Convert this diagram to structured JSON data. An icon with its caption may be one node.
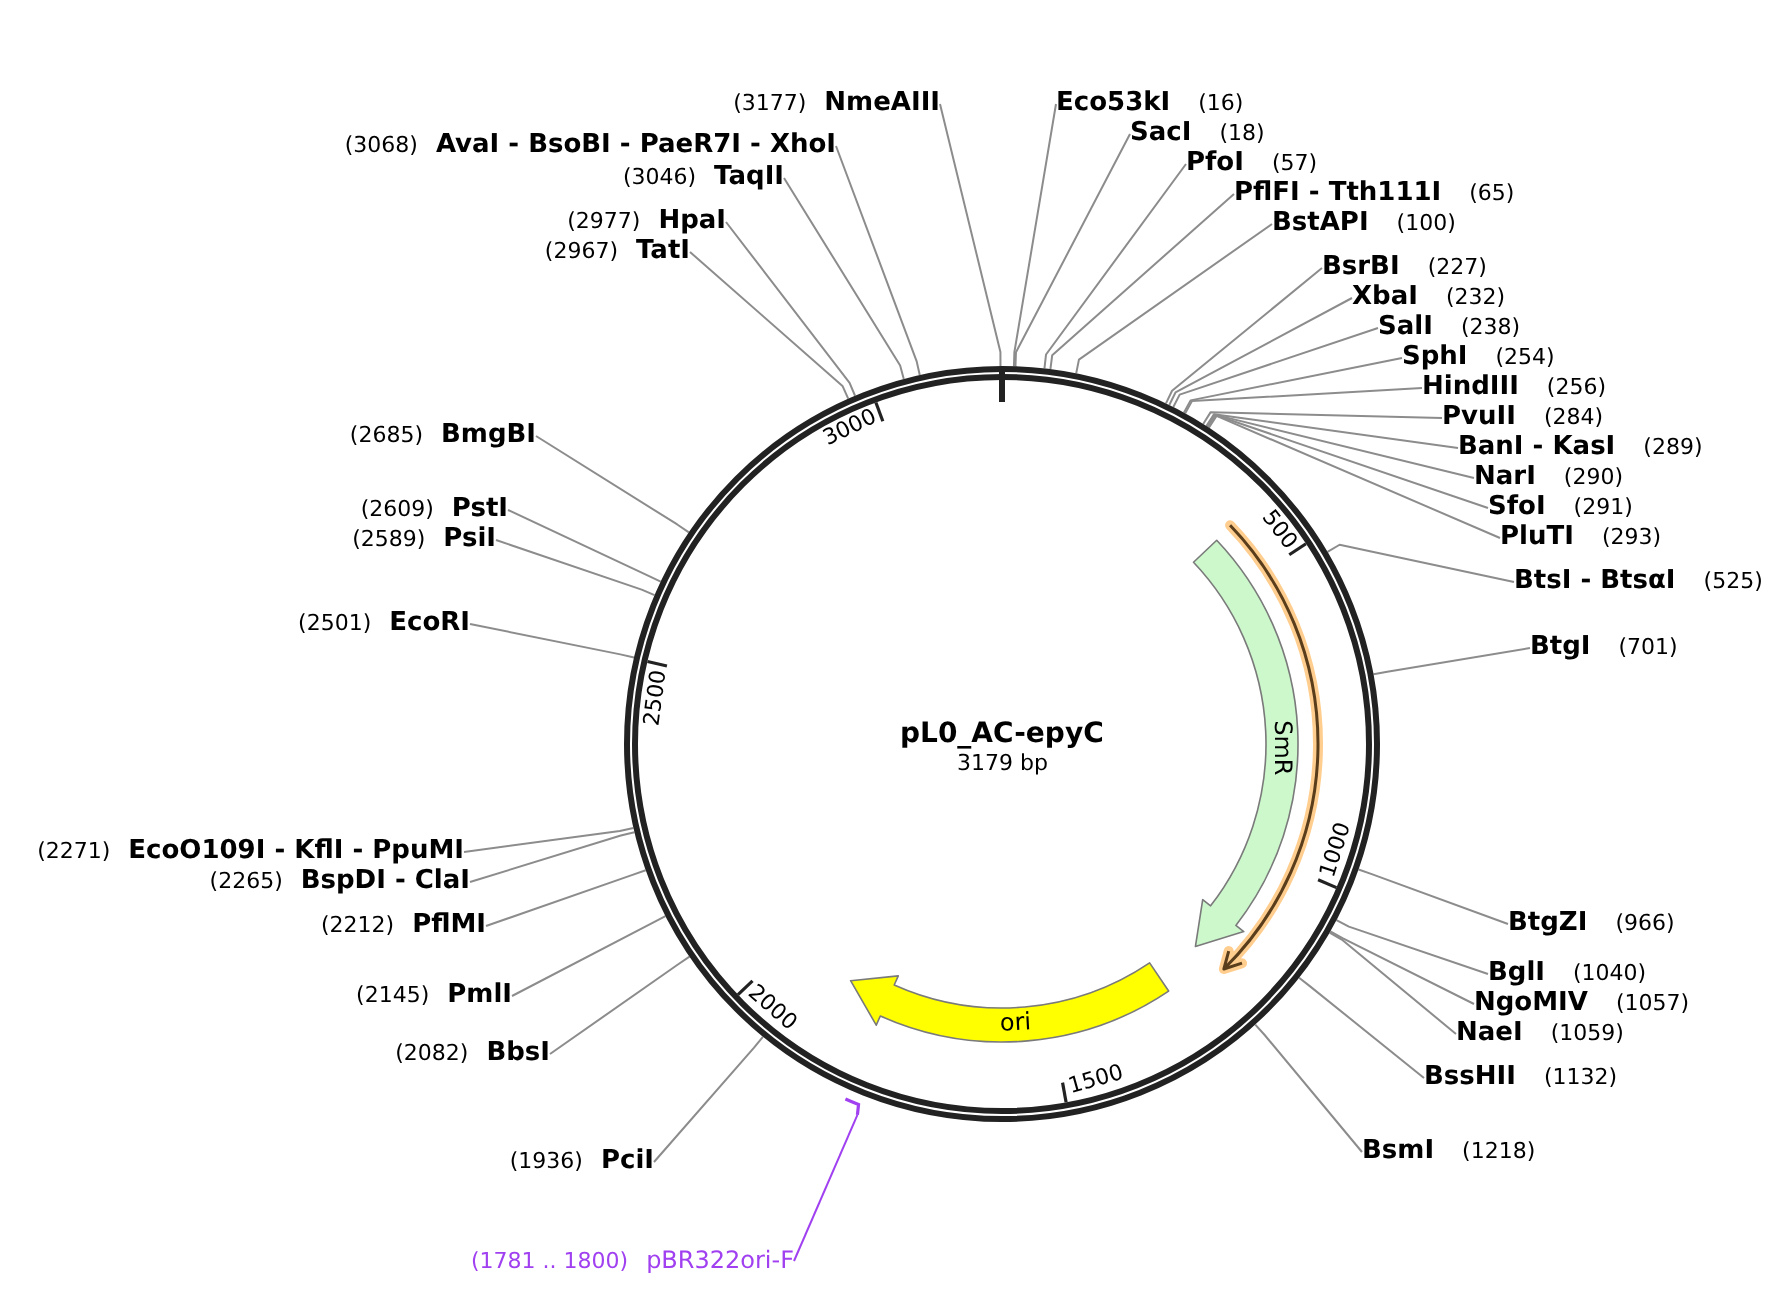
{
  "diagram": {
    "nodes": [
      {
        "text": [
          "pL0_AC-epyC",
          "3179 bp"
        ]
      },
      {
        "text": [
          "SmR"
        ],
        "in": 0
      },
      {
        "text": [],
        "shape": "arrow",
        "in": 0
      },
      {
        "text": [
          "ori"
        ],
        "in": 0
      },
      {
        "text": [
          "Eco53kI",
          "(16)"
        ]
      },
      {
        "text": [
          "SacI",
          "(18)"
        ]
      },
      {
        "text": [
          "PfoI",
          "(57)"
        ]
      },
      {
        "text": [
          "PflFI - Tth111I",
          "(65)"
        ]
      },
      {
        "text": [
          "BstAPI",
          "(100)"
        ]
      },
      {
        "text": [
          "BsrBI",
          "(227)"
        ]
      },
      {
        "text": [
          "XbaI",
          "(232)"
        ]
      },
      {
        "text": [
          "SalI",
          "(238)"
        ]
      },
      {
        "text": [
          "SphI",
          "(254)"
        ]
      },
      {
        "text": [
          "HindIII",
          "(256)"
        ]
      },
      {
        "text": [
          "PvuII",
          "(284)"
        ]
      },
      {
        "text": [
          "BanI - KasI",
          "(289)"
        ]
      },
      {
        "text": [
          "NarI",
          "(290)"
        ]
      },
      {
        "text": [
          "SfoI",
          "(291)"
        ]
      },
      {
        "text": [
          "PluTI",
          "(293)"
        ]
      },
      {
        "text": [
          "BtsI - BtsαI",
          "(525)"
        ]
      },
      {
        "text": [
          "BtgI",
          "(701)"
        ]
      },
      {
        "text": [
          "BtgZI",
          "(966)"
        ]
      },
      {
        "text": [
          "BglI",
          "(1040)"
        ]
      },
      {
        "text": [
          "NgoMIV",
          "(1057)"
        ]
      },
      {
        "text": [
          "NaeI",
          "(1059)"
        ]
      },
      {
        "text": [
          "BssHII",
          "(1132)"
        ]
      },
      {
        "text": [
          "BsmI",
          "(1218)"
        ]
      },
      {
        "text": [
          "(1781 .. 1800)",
          "pBR322ori-F"
        ]
      },
      {
        "text": [],
        "shape": "arrow"
      },
      {
        "text": [
          "(1936)",
          "PciI"
        ]
      },
      {
        "text": [
          "(2082)",
          "BbsI"
        ]
      },
      {
        "text": [
          "(2145)",
          "PmlI"
        ]
      },
      {
        "text": [
          "(2212)",
          "PflMI"
        ]
      },
      {
        "text": [
          "(2265)",
          "BspDI - ClaI"
        ]
      },
      {
        "text": [
          "(2271)",
          "EcoO109I - KflI - PpuMI"
        ]
      },
      {
        "text": [
          "(2501)",
          "EcoRI"
        ]
      },
      {
        "text": [
          "(2589)",
          "PsiI"
        ]
      },
      {
        "text": [
          "(2609)",
          "PstI"
        ]
      },
      {
        "text": [
          "(2685)",
          "BmgBI"
        ]
      },
      {
        "text": [
          "(2967)",
          "TatI"
        ]
      },
      {
        "text": [
          "(2977)",
          "HpaI"
        ]
      },
      {
        "text": [
          "(3046)",
          "TaqII"
        ]
      },
      {
        "text": [
          "(3068)",
          "AvaI - BsoBI - PaeR7I - XhoI"
        ]
      },
      {
        "text": [
          "(3177)",
          "NmeAIII"
        ]
      }
    ],
    "edges": [
      {
        "from": 4,
        "to": 0,
        "arrow": "none"
      },
      {
        "from": 5,
        "to": 0,
        "arrow": "none"
      },
      {
        "from": 6,
        "to": 0,
        "arrow": "none"
      },
      {
        "from": 7,
        "to": 0,
        "arrow": "none"
      },
      {
        "from": 8,
        "to": 0,
        "arrow": "none"
      },
      {
        "from": 9,
        "to": 0,
        "arrow": "none"
      },
      {
        "from": 10,
        "to": 0,
        "arrow": "none"
      },
      {
        "from": 11,
        "to": 0,
        "arrow": "none"
      },
      {
        "from": 12,
        "to": 0,
        "arrow": "none"
      },
      {
        "from": 13,
        "to": 0,
        "arrow": "none"
      },
      {
        "from": 14,
        "to": 0,
        "arrow": "none"
      },
      {
        "from": 15,
        "to": 0,
        "arrow": "none"
      },
      {
        "from": 16,
        "to": 0,
        "arrow": "none"
      },
      {
        "from": 17,
        "to": 0,
        "arrow": "none"
      },
      {
        "from": 18,
        "to": 0,
        "arrow": "none"
      },
      {
        "from": 19,
        "to": 0,
        "arrow": "none"
      },
      {
        "from": 20,
        "to": 0,
        "arrow": "none"
      },
      {
        "from": 21,
        "to": 0,
        "arrow": "none"
      },
      {
        "from": 22,
        "to": 0,
        "arrow": "none"
      },
      {
        "from": 23,
        "to": 0,
        "arrow": "none"
      },
      {
        "from": 24,
        "to": 0,
        "arrow": "none"
      },
      {
        "from": 25,
        "to": 0,
        "arrow": "none"
      },
      {
        "from": 26,
        "to": 0,
        "arrow": "none"
      },
      {
        "from": 27,
        "to": 28,
        "arrow": "none",
        "color": "#a040f0"
      },
      {
        "from": 29,
        "to": 0,
        "arrow": "none"
      },
      {
        "from": 30,
        "to": 0,
        "arrow": "none"
      },
      {
        "from": 31,
        "to": 0,
        "arrow": "none"
      },
      {
        "from": 32,
        "to": 0,
        "arrow": "none"
      },
      {
        "from": 33,
        "to": 0,
        "arrow": "none"
      },
      {
        "from": 34,
        "to": 0,
        "arrow": "none"
      },
      {
        "from": 35,
        "to": 0,
        "arrow": "none"
      },
      {
        "from": 36,
        "to": 0,
        "arrow": "none"
      },
      {
        "from": 37,
        "to": 0,
        "arrow": "none"
      },
      {
        "from": 38,
        "to": 0,
        "arrow": "none"
      },
      {
        "from": 39,
        "to": 0,
        "arrow": "none"
      },
      {
        "from": 40,
        "to": 0,
        "arrow": "none"
      },
      {
        "from": 41,
        "to": 0,
        "arrow": "none"
      },
      {
        "from": 42,
        "to": 0,
        "arrow": "none"
      },
      {
        "from": 43,
        "to": 0,
        "arrow": "none"
      }
    ],
    "labels": [
      "500",
      "1000",
      "1500",
      "2000",
      "2500",
      "3000"
    ]
  }
}
